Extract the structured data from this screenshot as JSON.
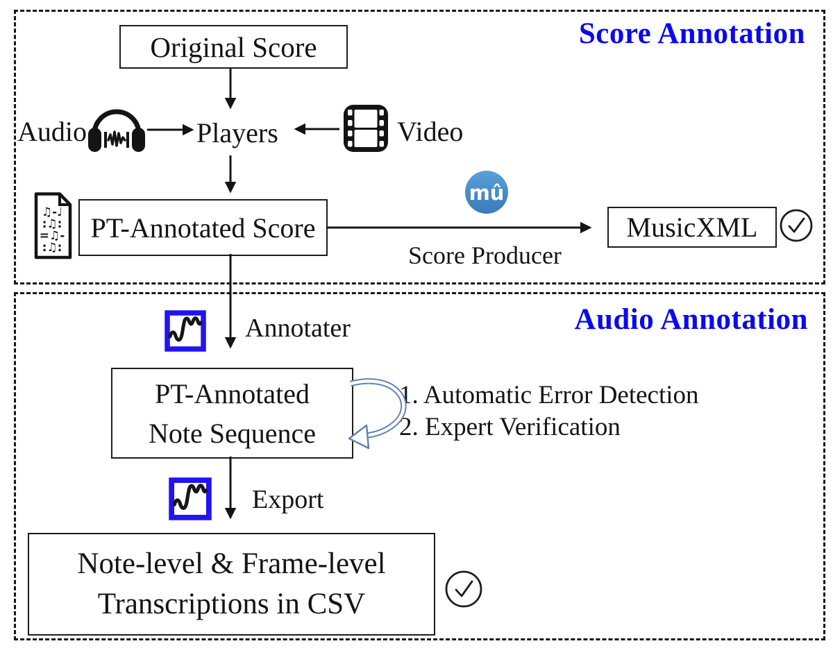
{
  "sections": {
    "score": {
      "title": "Score Annotation"
    },
    "audio": {
      "title": "Audio Annotation"
    }
  },
  "nodes": {
    "original_score": "Original Score",
    "players": "Players",
    "pt_annotated_score": "PT-Annotated Score",
    "musicxml": "MusicXML",
    "pt_note_line1": "PT-Annotated",
    "pt_note_line2": "Note Sequence",
    "output_line1": "Note-level & Frame-level",
    "output_line2": "Transcriptions in CSV"
  },
  "labels": {
    "audio": "Audio",
    "video": "Video",
    "score_producer": "Score Producer",
    "annotater": "Annotater",
    "export": "Export",
    "loop_step1": "1. Automatic Error Detection",
    "loop_step2": "2. Expert Verification"
  },
  "logo": {
    "musescore_glyph": "mû"
  },
  "icons": {
    "headphones": "headphones-waveform-icon",
    "film": "video-film-icon",
    "music_sheet": "music-sheet-icon",
    "musescore": "musescore-logo",
    "waveform": "waveform-annotator-icon",
    "check": "check-circle-icon"
  },
  "colors": {
    "accent_blue": "#0a0af0",
    "icon_blue": "#2214f2",
    "musescore_blue": "#4a8cc9",
    "loop_blue": "#6283b8"
  }
}
